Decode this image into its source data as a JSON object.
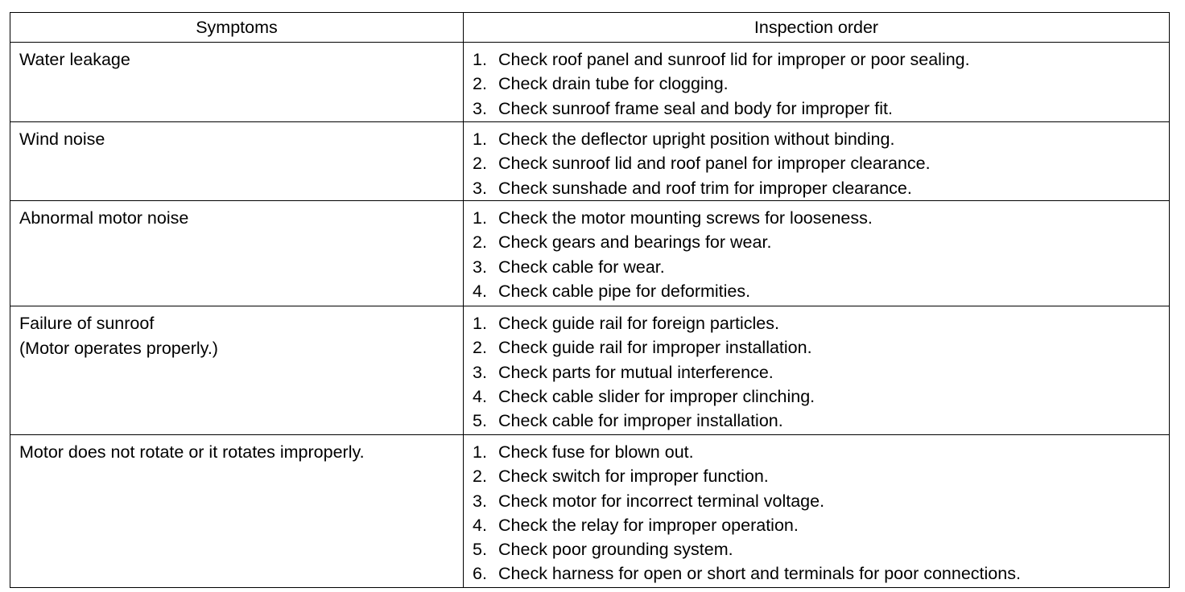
{
  "headers": {
    "symptoms": "Symptoms",
    "inspection": "Inspection order"
  },
  "rows": [
    {
      "symptom": [
        "Water leakage"
      ],
      "steps": [
        {
          "n": "1.",
          "t": "Check roof panel and sunroof lid for improper or poor sealing."
        },
        {
          "n": "2.",
          "t": "Check drain tube for clogging."
        },
        {
          "n": "3.",
          "t": "Check sunroof frame seal and body for improper fit."
        }
      ]
    },
    {
      "symptom": [
        "Wind noise"
      ],
      "steps": [
        {
          "n": "1.",
          "t": "Check the deflector upright position without binding."
        },
        {
          "n": "2.",
          "t": "Check sunroof lid and roof panel for improper clearance."
        },
        {
          "n": "3.",
          "t": "Check sunshade and roof trim for improper clearance."
        }
      ]
    },
    {
      "symptom": [
        "Abnormal motor noise"
      ],
      "steps": [
        {
          "n": "1.",
          "t": "Check the motor mounting screws for looseness."
        },
        {
          "n": "2.",
          "t": "Check gears and bearings for wear."
        },
        {
          "n": "3.",
          "t": "Check cable for wear."
        },
        {
          "n": "4.",
          "t": "Check cable pipe for deformities."
        }
      ]
    },
    {
      "symptom": [
        "Failure of sunroof",
        "(Motor operates properly.)"
      ],
      "steps": [
        {
          "n": "1.",
          "t": "Check guide rail for foreign particles."
        },
        {
          "n": "2.",
          "t": "Check guide rail for improper installation."
        },
        {
          "n": "3.",
          "t": "Check parts for mutual interference."
        },
        {
          "n": "4.",
          "t": "Check cable slider for improper clinching."
        },
        {
          "n": "5.",
          "t": "Check cable for improper installation."
        }
      ]
    },
    {
      "symptom": [
        "Motor does not rotate or it rotates improperly."
      ],
      "steps": [
        {
          "n": "1.",
          "t": "Check fuse for blown out."
        },
        {
          "n": "2.",
          "t": "Check switch for improper function."
        },
        {
          "n": "3.",
          "t": "Check motor for incorrect terminal voltage."
        },
        {
          "n": "4.",
          "t": "Check the relay for improper operation."
        },
        {
          "n": "5.",
          "t": "Check poor grounding system."
        },
        {
          "n": "6.",
          "t": "Check harness for open or short and terminals for poor connections."
        }
      ]
    }
  ]
}
